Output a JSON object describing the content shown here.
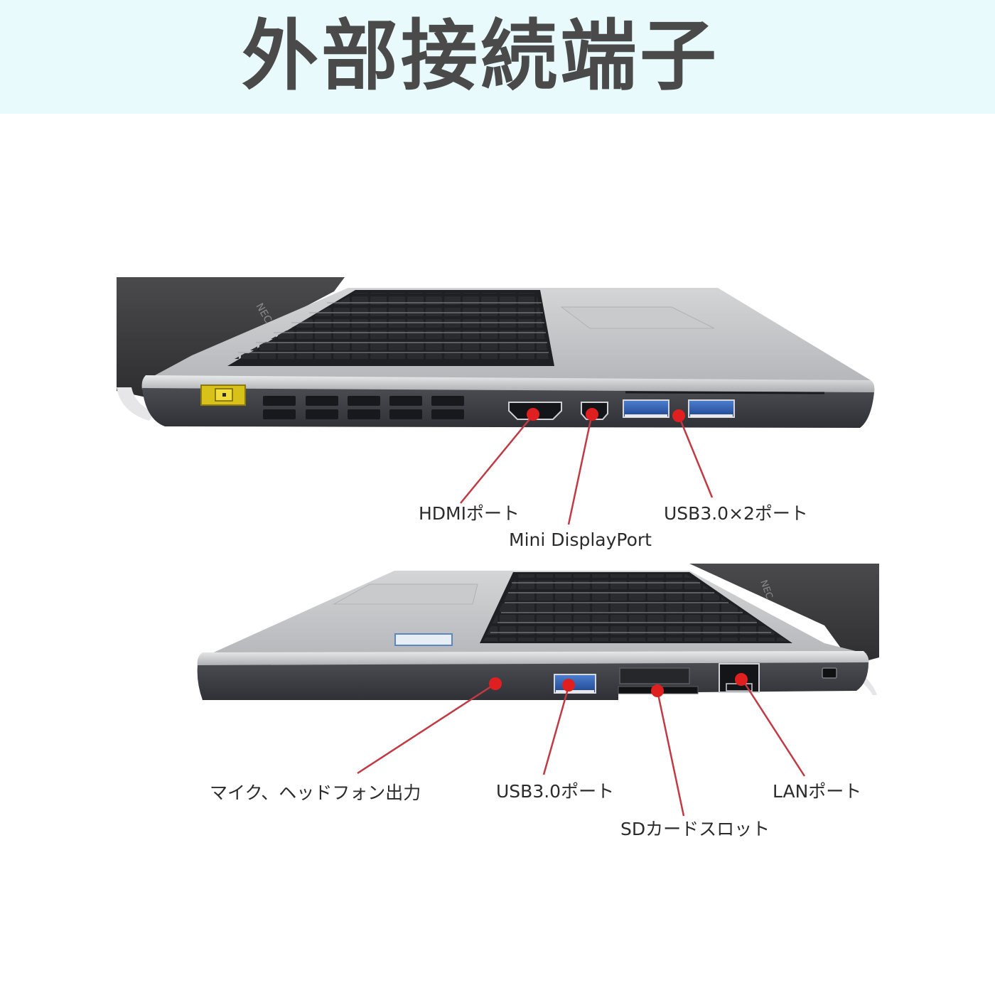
{
  "header": {
    "title": "外部接続端子",
    "background": "#e8fafb",
    "title_color": "#4a4a4a"
  },
  "colors": {
    "callout_red": "#e02020",
    "callout_line": "#c0303a",
    "usb_blue": "#2f5fb0",
    "chassis_silver": "#bfc1c4",
    "side_panel": "#3c3e44",
    "power_yellow": "#d8c21a"
  },
  "views": [
    {
      "name": "left-side-view",
      "callouts": [
        {
          "label": "HDMIポート",
          "port": "hdmi"
        },
        {
          "label": "Mini DisplayPort",
          "port": "mini-displayport"
        },
        {
          "label": "USB3.0×2ポート",
          "port": "usb3-x2"
        }
      ]
    },
    {
      "name": "right-side-view",
      "callouts": [
        {
          "label": "マイク、ヘッドフォン出力",
          "port": "audio-jack"
        },
        {
          "label": "USB3.0ポート",
          "port": "usb3"
        },
        {
          "label": "SDカードスロット",
          "port": "sd-card"
        },
        {
          "label": "LANポート",
          "port": "lan"
        }
      ]
    }
  ]
}
